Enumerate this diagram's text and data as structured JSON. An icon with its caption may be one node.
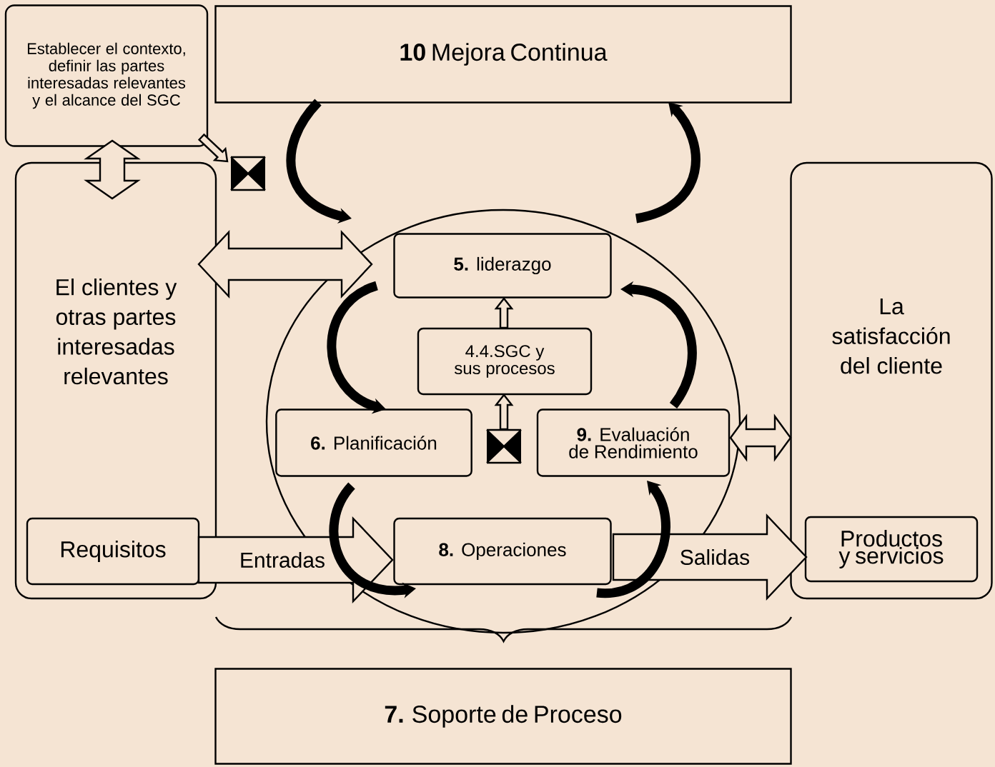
{
  "diagram": {
    "nodes": [
      {
        "text": [
          "Establecer el contexto, definir las partes interesadas relevantes y el alcance del SGC"
        ]
      },
      {
        "text": [
          "El clientes y otras partes interesadas relevantes"
        ]
      },
      {
        "text": [
          "Requisitos"
        ],
        "in": 1
      },
      {
        "text": [
          "**10** Mejora Continua"
        ]
      },
      {
        "text": [],
        "shape": "bowtie"
      },
      {
        "text": [],
        "shape": "circle"
      },
      {
        "text": [
          "**5.** liderazgo"
        ],
        "in": 5
      },
      {
        "text": [
          "4.4.SGC y sus procesos"
        ],
        "in": 5
      },
      {
        "text": [],
        "shape": "bowtie",
        "in": 5
      },
      {
        "text": [
          "**6.** Planificación"
        ],
        "in": 5
      },
      {
        "text": [
          "**9.** Evaluación de Rendimiento"
        ],
        "in": 5
      },
      {
        "text": [
          "**8.** Operaciones"
        ],
        "in": 5
      },
      {
        "text": [
          "La satisfacción del cliente"
        ]
      },
      {
        "text": [
          "Productos y servicios"
        ],
        "in": 12
      },
      {
        "text": [
          "**7.** Soporte de Proceso"
        ]
      }
    ],
    "edges": [
      {
        "from": 0,
        "to": 1,
        "arrow": "both",
        "style": "thick"
      },
      {
        "from": 0,
        "to": 4,
        "arrow": "to",
        "style": "thick"
      },
      {
        "from": 1,
        "to": 5,
        "arrow": "both",
        "style": "thick"
      },
      {
        "from": 2,
        "to": 11,
        "arrow": "to",
        "label": "Entradas",
        "style": "thick"
      },
      {
        "from": 11,
        "to": 13,
        "arrow": "to",
        "label": "Salidas",
        "style": "thick"
      },
      {
        "from": 10,
        "to": 12,
        "arrow": "both",
        "style": "thick"
      },
      {
        "from": 3,
        "to": 5,
        "arrow": "to"
      },
      {
        "from": 5,
        "to": 3,
        "arrow": "to"
      },
      {
        "from": 6,
        "to": 9,
        "arrow": "to"
      },
      {
        "from": 9,
        "to": 11,
        "arrow": "to"
      },
      {
        "from": 11,
        "to": 10,
        "arrow": "to"
      },
      {
        "from": 10,
        "to": 6,
        "arrow": "to"
      },
      {
        "from": 7,
        "to": 6,
        "arrow": "to",
        "style": "thick"
      },
      {
        "from": 8,
        "to": 7,
        "arrow": "to",
        "style": "thick"
      }
    ]
  }
}
